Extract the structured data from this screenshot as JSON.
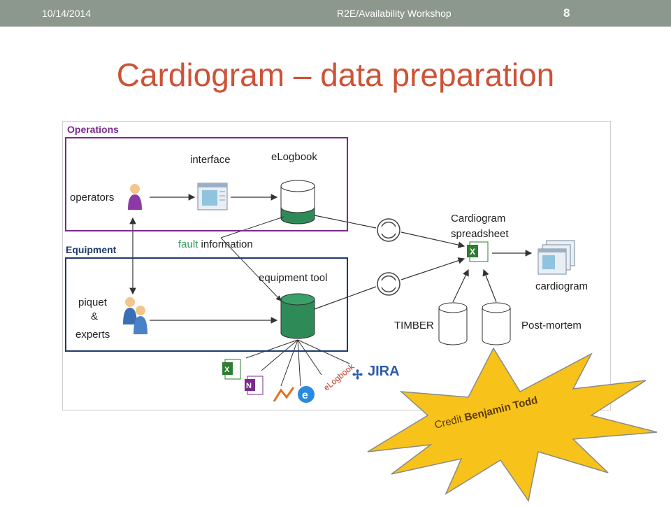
{
  "header": {
    "date": "10/14/2014",
    "title": "R2E/Availability Workshop",
    "page_number": "8"
  },
  "slide": {
    "title": "Cardiogram – data preparation"
  },
  "diagram": {
    "operations_section": "Operations",
    "equipment_section": "Equipment",
    "operators": "operators",
    "interface": "interface",
    "elogbook": "eLogbook",
    "fault_word": "fault",
    "information_word": "information",
    "piquet_line1": "piquet",
    "piquet_line2": "&",
    "piquet_line3": "experts",
    "equipment_tool": "equipment tool",
    "cardiogram_spreadsheet_line1": "Cardiogram",
    "cardiogram_spreadsheet_line2": "spreadsheet",
    "cardiogram": "cardiogram",
    "timber": "TIMBER",
    "post_mortem": "Post-mortem",
    "jira": "JIRA",
    "elogbook_logo_text": "eLogbook"
  },
  "credit": {
    "prefix": "Credit",
    "name": "Benjamin Todd"
  },
  "colors": {
    "topbar": "#8c978d",
    "title": "#cc5337",
    "operations": "#7a2a8e",
    "equipment": "#1e3a6e",
    "db_green": "#2e8b57",
    "star": "#f7c21a"
  }
}
